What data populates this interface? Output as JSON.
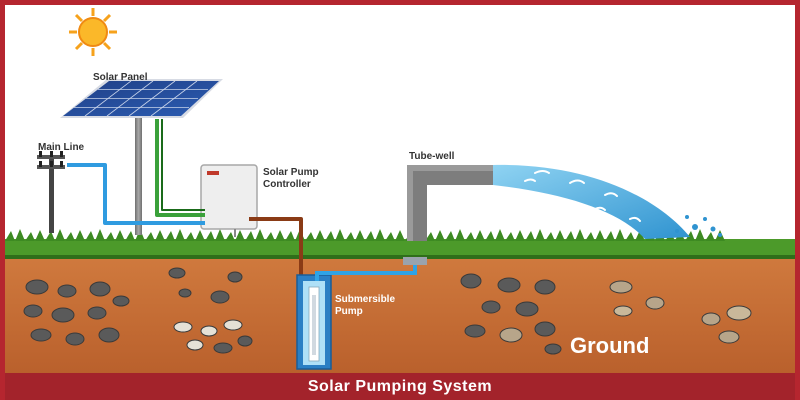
{
  "diagram": {
    "labels": {
      "solar_panel": "Solar Panel",
      "main_line": "Main Line",
      "controller": "Solar Pump Controller",
      "tube_well": "Tube-well",
      "submersible_pump": "Submersible Pump",
      "ground": "Ground"
    },
    "footer_title": "Solar Pumping System",
    "colors": {
      "border": "#b5262f",
      "footer": "#a3232b",
      "soil": "#c8703a",
      "grass": "#4c9a2a",
      "water": "#3fa7dd",
      "sun": "#f6a21c"
    }
  }
}
